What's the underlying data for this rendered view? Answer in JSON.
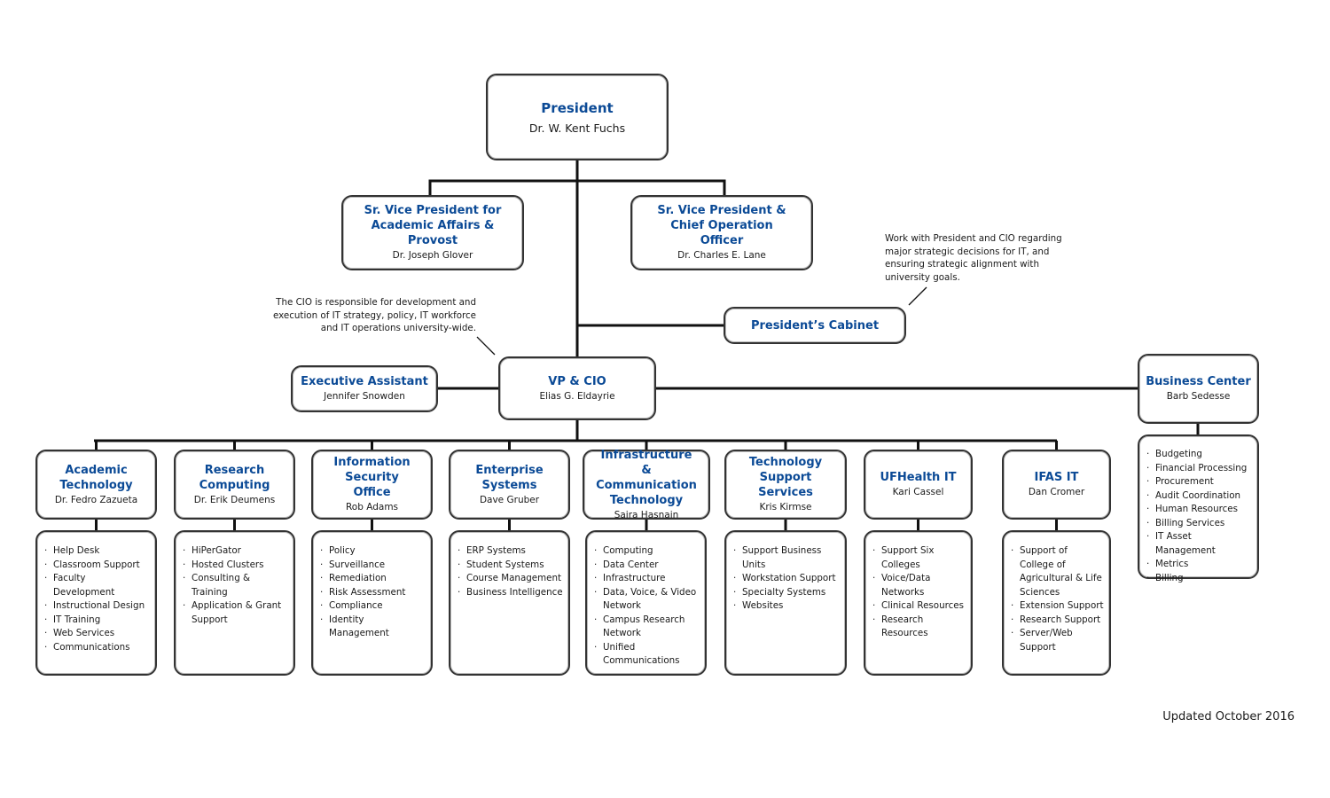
{
  "president": {
    "title": "President",
    "name": "Dr. W. Kent Fuchs"
  },
  "svp_academic": {
    "title": "Sr. Vice President for Academic Affairs & Provost",
    "name": "Dr. Joseph Glover"
  },
  "svp_coo": {
    "title": "Sr. Vice President & Chief Operation Officer",
    "name": "Dr. Charles E. Lane"
  },
  "cabinet": {
    "title": "President’s Cabinet",
    "note": "Work with President and CIO regarding major strategic decisions for IT, and ensuring strategic alignment with university goals."
  },
  "cio": {
    "title": "VP & CIO",
    "name": "Elias G. Eldayrie",
    "note": "The CIO is responsible for development and execution of IT strategy, policy, IT workforce and IT operations university-wide."
  },
  "exec_assistant": {
    "title": "Executive Assistant",
    "name": "Jennifer Snowden"
  },
  "business_center": {
    "title": "Business Center",
    "name": "Barb Sedesse",
    "items": [
      "Budgeting",
      "Financial Processing",
      "Procurement",
      "Audit Coordination",
      "Human Resources",
      "Billing Services",
      "IT Asset Management",
      "Metrics",
      "Billing"
    ]
  },
  "departments": [
    {
      "title": "Academic Technology",
      "name": "Dr. Fedro Zazueta",
      "items": [
        "Help Desk",
        "Classroom Support",
        "Faculty Development",
        "Instructional Design",
        "IT Training",
        "Web Services",
        "Communications"
      ]
    },
    {
      "title": "Research Computing",
      "name": "Dr. Erik Deumens",
      "items": [
        "HiPerGator",
        "Hosted Clusters",
        "Consulting & Training",
        "Application & Grant Support"
      ]
    },
    {
      "title": "Information Security Office",
      "name": "Rob Adams",
      "items": [
        "Policy",
        "Surveillance",
        "Remediation",
        "Risk Assessment",
        "Compliance",
        "Identity Management"
      ]
    },
    {
      "title": "Enterprise Systems",
      "name": "Dave Gruber",
      "items": [
        "ERP Systems",
        "Student Systems",
        "Course Management",
        "Business Intelligence"
      ]
    },
    {
      "title": "Infrastructure & Communication Technology",
      "name": "Saira Hasnain",
      "items": [
        "Computing",
        "Data Center",
        "Infrastructure",
        "Data, Voice, & Video Network",
        "Campus Research Network",
        "Unified Communications"
      ]
    },
    {
      "title": "Technology Support Services",
      "name": "Kris Kirmse",
      "items": [
        "Support Business Units",
        "Workstation Support",
        "Specialty Systems",
        "Websites"
      ]
    },
    {
      "title": "UFHealth IT",
      "name": "Kari Cassel",
      "items": [
        "Support Six Colleges",
        "Voice/Data Networks",
        "Clinical Resources",
        "Research Resources"
      ]
    },
    {
      "title": "IFAS IT",
      "name": "Dan Cromer",
      "items": [
        "Support of College of Agricultural & Life Sciences",
        "Extension Support",
        "Research Support",
        "Server/Web Support"
      ]
    }
  ],
  "footer": {
    "updated": "Updated October 2016"
  },
  "colors": {
    "title_blue": "#0b4a96",
    "border": "#333333"
  }
}
